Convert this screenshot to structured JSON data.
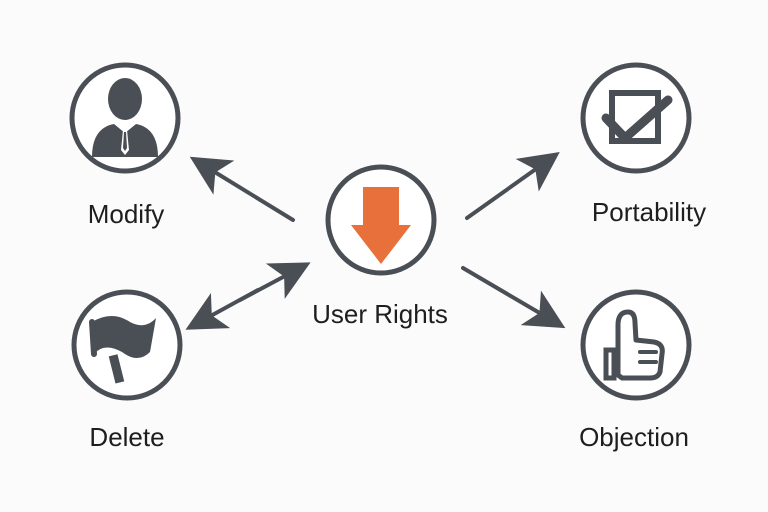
{
  "center": {
    "label": "User Rights",
    "icon": "down-arrow-icon",
    "accent": "#e8703a"
  },
  "nodes": {
    "modify": {
      "label": "Modify",
      "icon": "person-icon"
    },
    "delete": {
      "label": "Delete",
      "icon": "flag-icon"
    },
    "portability": {
      "label": "Portability",
      "icon": "checkbox-icon"
    },
    "objection": {
      "label": "Objection",
      "icon": "thumbs-up-icon"
    }
  },
  "colors": {
    "stroke": "#4a4e55",
    "text": "#1e1e1e",
    "background": "#fbfbfb"
  }
}
